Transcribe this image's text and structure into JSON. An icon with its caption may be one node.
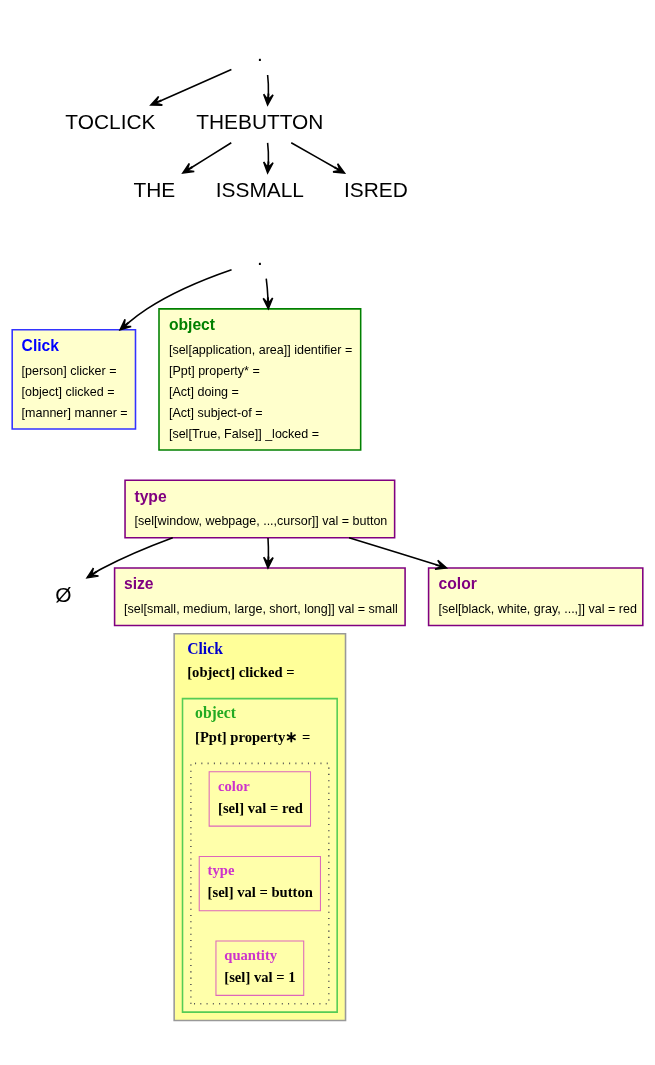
{
  "diagram": {
    "nodes": [
      {
        "text": [
          "."
        ]
      },
      {
        "text": [
          "TOCLICK"
        ]
      },
      {
        "text": [
          "THEBUTTON"
        ]
      },
      {
        "text": [
          "THE"
        ]
      },
      {
        "text": [
          "ISSMALL"
        ]
      },
      {
        "text": [
          "ISRED"
        ]
      },
      {
        "text": [
          "."
        ]
      },
      {
        "text": [
          "Click",
          "[person] clicker =",
          "[object] clicked =",
          "[manner] manner ="
        ]
      },
      {
        "text": [
          "object",
          "[sel[application, area]] identifier =",
          "[Ppt] property* =",
          "[Act] doing =",
          "[Act] subject-of =",
          "[sel[True, False]] _locked ="
        ]
      },
      {
        "text": [
          "type",
          "[sel[window, webpage, ...,cursor]] val = button"
        ]
      },
      {
        "text": [
          "Ø"
        ]
      },
      {
        "text": [
          "size",
          "[sel[small, medium, large, short, long]] val = small"
        ]
      },
      {
        "text": [
          "color",
          "[sel[black, white, gray, ...,]] val = red"
        ]
      },
      {
        "text": [
          "Click",
          "[object] clicked ="
        ]
      },
      {
        "text": [
          "object",
          "[Ppt] property∗ ="
        ],
        "in": 13
      },
      {
        "text": [],
        "shape": "box",
        "in": 14
      },
      {
        "text": [
          "color",
          "[sel] val = red"
        ],
        "in": 15
      },
      {
        "text": [
          "type",
          "[sel] val = button"
        ],
        "in": 15
      },
      {
        "text": [
          "quantity",
          "[sel] val = 1"
        ],
        "in": 15
      }
    ],
    "edges": [
      {
        "from": 0,
        "to": 1,
        "arrow": "to"
      },
      {
        "from": 0,
        "to": 2,
        "arrow": "to"
      },
      {
        "from": 2,
        "to": 3,
        "arrow": "to"
      },
      {
        "from": 2,
        "to": 4,
        "arrow": "to"
      },
      {
        "from": 2,
        "to": 5,
        "arrow": "to"
      },
      {
        "from": 6,
        "to": 7,
        "arrow": "to"
      },
      {
        "from": 6,
        "to": 8,
        "arrow": "to"
      },
      {
        "from": 9,
        "to": 10,
        "arrow": "to"
      },
      {
        "from": 9,
        "to": 11,
        "arrow": "to"
      },
      {
        "from": 9,
        "to": 12,
        "arrow": "to"
      }
    ]
  }
}
